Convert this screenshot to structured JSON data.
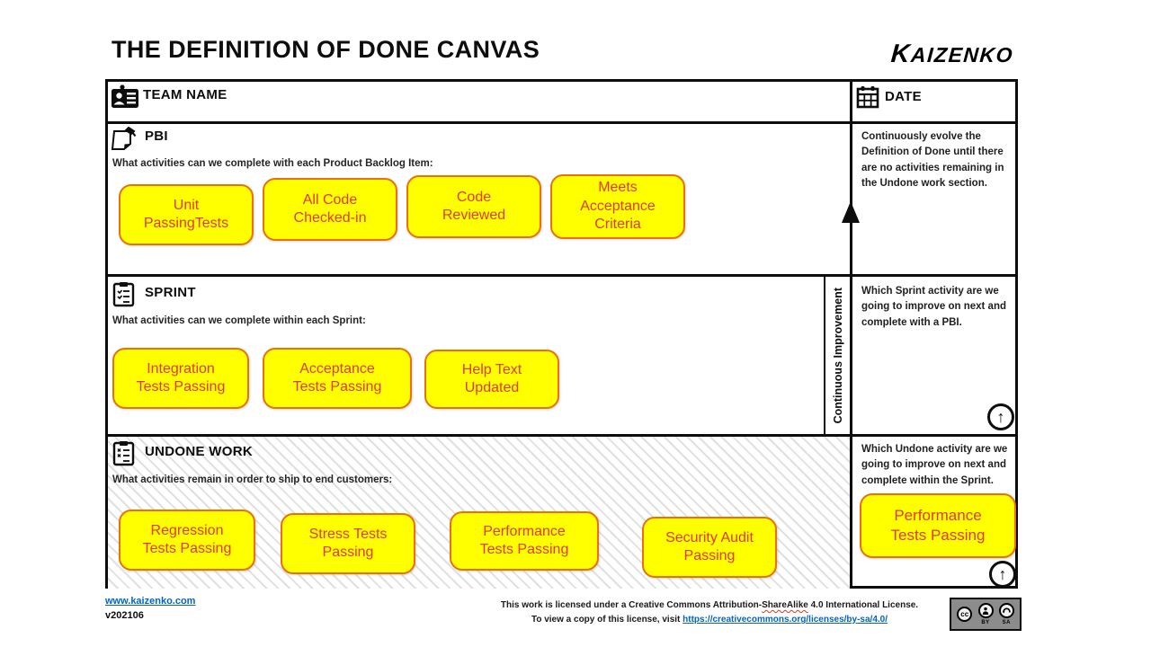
{
  "title": "THE DEFINITION OF DONE CANVAS",
  "logo": "Kaizenko",
  "header": {
    "team_name": "TEAM NAME",
    "date": "DATE"
  },
  "pbi": {
    "label": "PBI",
    "prompt": "What activities can we complete with each Product Backlog Item:",
    "notes": [
      "Unit\nPassingTests",
      "All Code\nChecked-in",
      "Code\nReviewed",
      "Meets\nAcceptance\nCriteria"
    ]
  },
  "sprint": {
    "label": "SPRINT",
    "prompt": "What activities can we complete within each Sprint:",
    "notes": [
      "Integration\nTests Passing",
      "Acceptance\nTests Passing",
      "Help Text\nUpdated"
    ]
  },
  "undone": {
    "label": "UNDONE WORK",
    "prompt": "What activities remain in order to ship to end customers:",
    "notes": [
      "Regression\nTests Passing",
      "Stress Tests\nPassing",
      "Performance\nTests Passing",
      "Security Audit\nPassing"
    ]
  },
  "continuous_improvement": "Continuous Improvement",
  "right_column": {
    "pbi_guidance": "Continuously evolve the Definition of Done until there are no activities remaining in the Undone work section.",
    "sprint_guidance": "Which Sprint activity are we going to improve on next and complete with a PBI.",
    "undone_guidance": "Which Undone activity are we going to improve on next and complete within the Sprint.",
    "undone_note": "Performance\nTests Passing",
    "up_arrow_glyph": "↑"
  },
  "footer": {
    "website": "www.kaizenko.com",
    "version": "v202106",
    "license_line1_before": "This work is licensed under a Creative Commons Attribution-",
    "license_sharealike": "ShareAlike",
    "license_line1_after": " 4.0 International License.",
    "license_line2_prefix": "To view a copy of this license, visit ",
    "license_url": "https://creativecommons.org/licenses/by-sa/4.0/",
    "cc_label": "cc",
    "by_label": "BY",
    "sa_label": "SA"
  },
  "colors": {
    "note_fill": "#FFFF00",
    "note_border": "#E8710A",
    "note_text": "#E0392B",
    "link_blue": "#0563C1",
    "line_black": "#0D0D0D",
    "badge_gray": "#8C8C8C"
  }
}
